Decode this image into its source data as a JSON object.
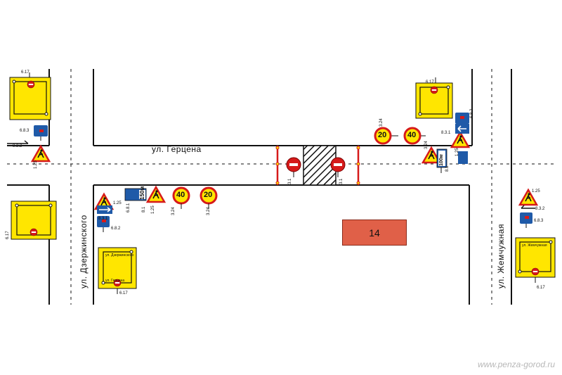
{
  "streets": {
    "herzen": "ул. Герцена",
    "dzerzhinsky": "ул. Дзержинского",
    "zhemchuzhnaya": "ул. Жемчужная"
  },
  "building": {
    "number": "14"
  },
  "signs": {
    "speed_20": "20",
    "speed_40": "40",
    "distance_150": "150м",
    "distance_100": "100м"
  },
  "codes": {
    "c3_1": "3.1",
    "c3_24": "3.24",
    "c1_25": "1.25",
    "c6_8_1": "6.8.1",
    "c6_8_2": "6.8.2",
    "c6_8_3": "6.8.3",
    "c8_1": "8.1",
    "c8_3_1": "8.3.1",
    "c8_3_2": "8.3.2",
    "c6_17": "6.17"
  },
  "detour_panel": {
    "street_a": "ул. Дзержинского",
    "street_b": "ул. Герцена",
    "street_c": "ул. Жемчужная"
  },
  "colors": {
    "sign_red": "#d61a1a",
    "sign_blue": "#1f5aa8",
    "sign_yellow": "#ffe600",
    "building": "#e06048"
  },
  "watermark": "www.penza-gorod.ru"
}
